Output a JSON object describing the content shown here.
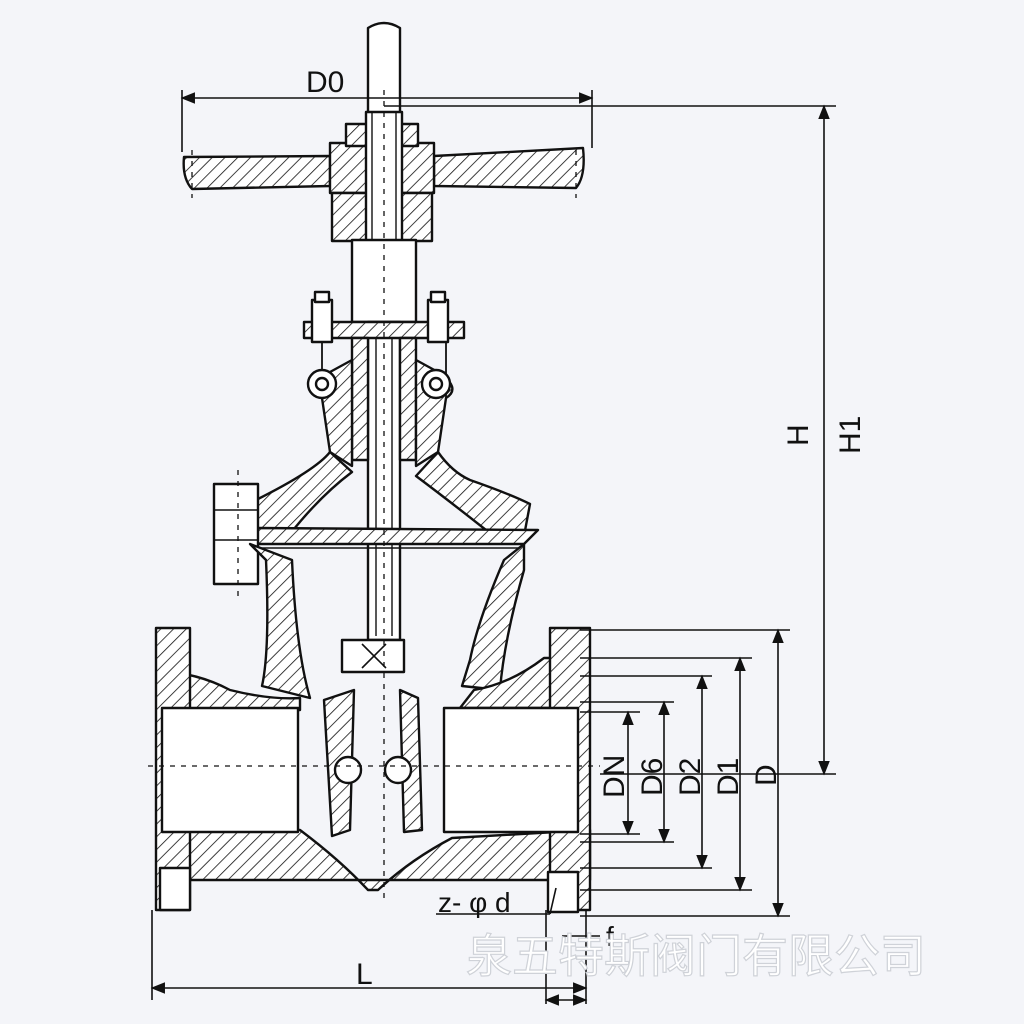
{
  "labels": {
    "d0": "D0",
    "h": "H",
    "h1": "H1",
    "dn": "DN",
    "d6": "D6",
    "d2": "D2",
    "d1": "D1",
    "d": "D",
    "bolt": "z- φ d",
    "f": "f",
    "l": "L"
  },
  "watermark": "泉五特斯阀门有限公司",
  "colors": {
    "line": "#111111",
    "background": "#f4f5f9",
    "hatch": "#111111"
  }
}
